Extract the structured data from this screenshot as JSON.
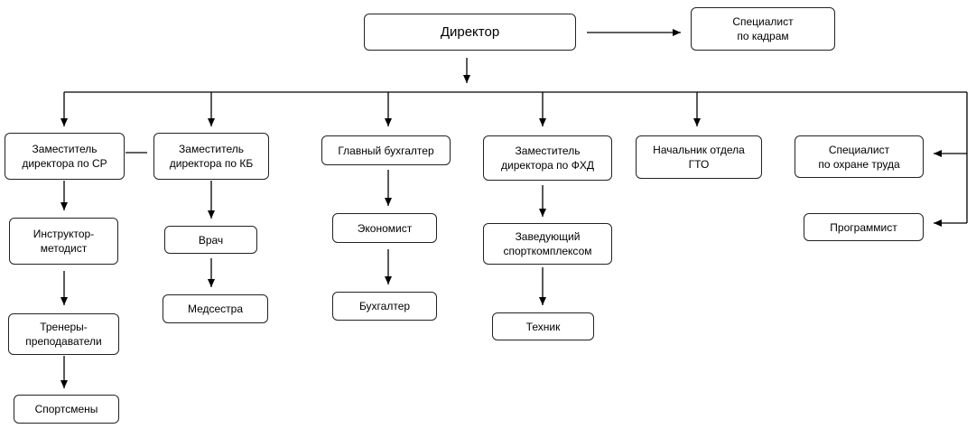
{
  "nodes": {
    "director": "Директор",
    "hr": "Специалист\nпо кадрам",
    "dep_sr": "Заместитель\nдиректора по СР",
    "dep_kb": "Заместитель\nдиректора по КБ",
    "chief_acc": "Главный бухгалтер",
    "dep_fhd": "Заместитель\nдиректора по ФХД",
    "gto": "Начальник отдела\nГТО",
    "safety": "Специалист\nпо охране труда",
    "programmer": "Программист",
    "instructor": "Инструктор-\nметодист",
    "trainers": "Тренеры-\nпреподаватели",
    "athletes": "Спортсмены",
    "doctor": "Врач",
    "nurse": "Медсестра",
    "economist": "Экономист",
    "accountant": "Бухгалтер",
    "sport_head": "Заведующий\nспорткомплексом",
    "technician": "Техник"
  }
}
